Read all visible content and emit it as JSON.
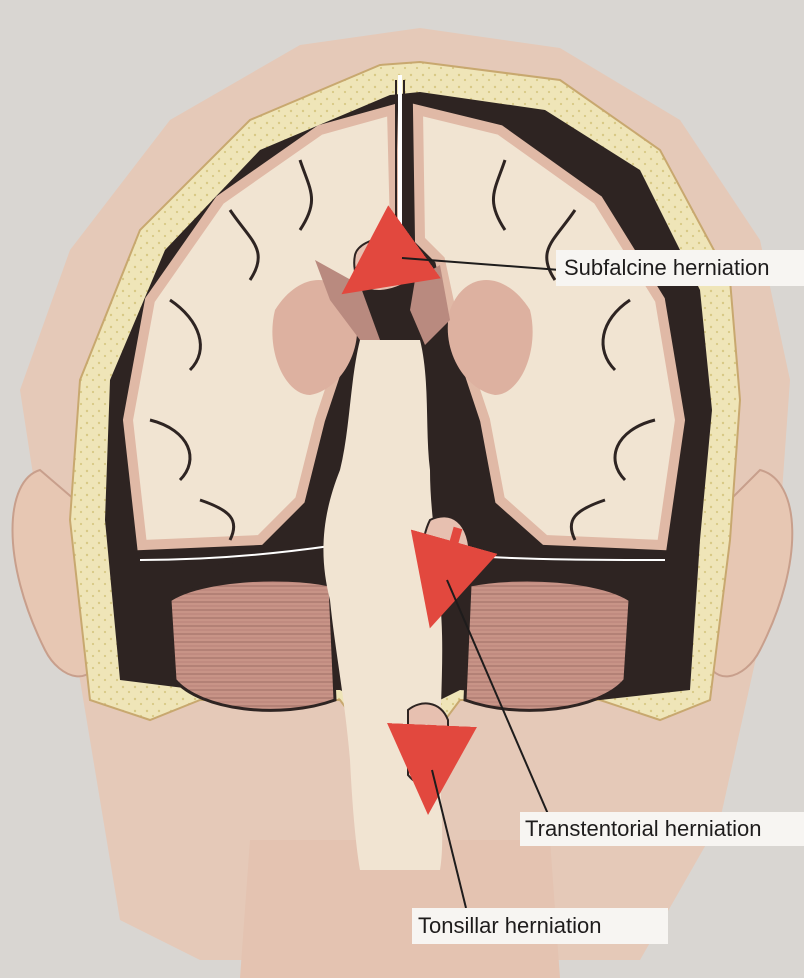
{
  "labels": {
    "subfalcine": "Subfalcine herniation",
    "transtentorial": "Transtentorial herniation",
    "tonsillar": "Tonsillar herniation"
  },
  "colors": {
    "page_background": "#d9d6d2",
    "skin": "#e5c9b8",
    "skull": "#efe5b8",
    "dura_dark": "#2e2422",
    "white_matter": "#f1e4d2",
    "gray_matter": "#e6bfae",
    "deep_nuclei": "#ddb1a0",
    "cerebellum": "#c8958a",
    "arrow": "#e2483e",
    "leader_line": "#1e1c1c"
  }
}
